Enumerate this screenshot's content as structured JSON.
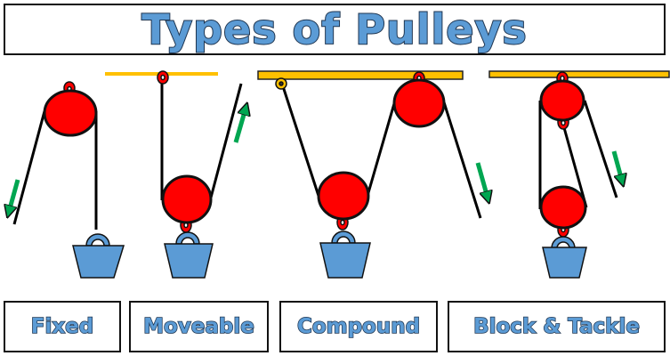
{
  "title": "Types of Pulleys",
  "labels": [
    "Fixed",
    "Moveable",
    "Compound",
    "Block & Tackle"
  ],
  "colors": {
    "pulley": "#ff0000",
    "weight": "#5b9bd5",
    "beam": "#ffc000",
    "arrow": "#00a651",
    "rope": "#000000"
  }
}
